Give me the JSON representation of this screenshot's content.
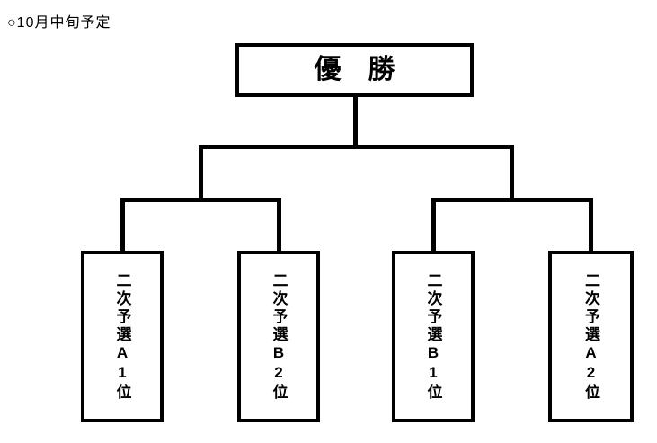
{
  "header": {
    "note": "○10月中旬予定"
  },
  "bracket": {
    "final": {
      "label": "優　勝"
    },
    "entries": [
      {
        "label": "二次予選A1位"
      },
      {
        "label": "二次予選B2位"
      },
      {
        "label": "二次予選B1位"
      },
      {
        "label": "二次予選A2位"
      }
    ]
  },
  "colors": {
    "line": "#000000",
    "text": "#000000",
    "background": "#ffffff"
  }
}
